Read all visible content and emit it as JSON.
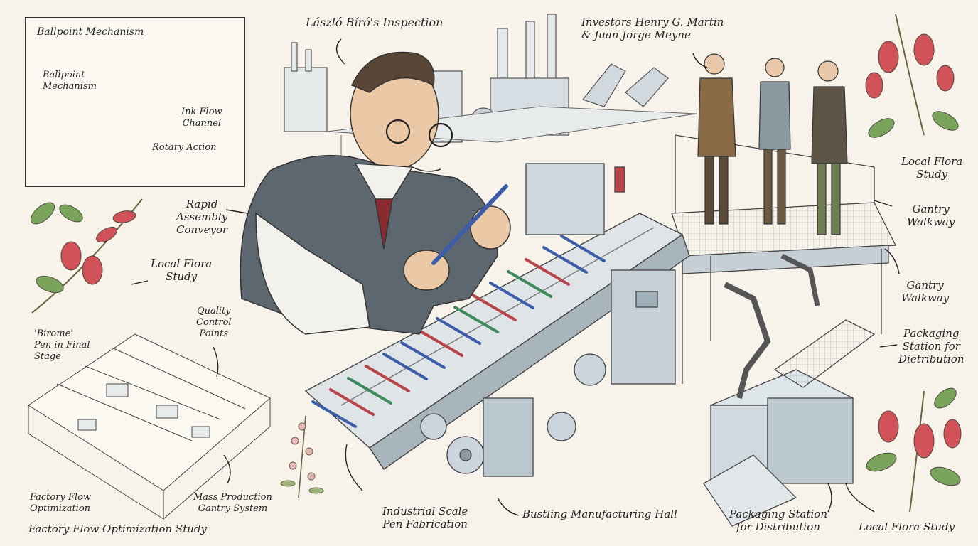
{
  "illustration": {
    "title": "László Bíró's Inspection",
    "inset": {
      "title": "Ballpoint Mechanism",
      "labels": {
        "mechanism": "Ballpoint\nMechanism",
        "ink_flow": "Ink Flow\nChannel",
        "rotary": "Rotary Action"
      }
    },
    "labels": {
      "investors": "Investors Henry G. Martin\n& Juan Jorge Meyne",
      "local_flora_tr": "Local Flora\nStudy",
      "gantry_1": "Gantry\nWalkway",
      "gantry_2": "Gantry\nWalkway",
      "packaging_right": "Packaging\nStation for\nDietribution",
      "rapid_conveyor": "Rapid\nAssembly\nConveyor",
      "local_flora_left": "Local Flora\nStudy",
      "quality_control": "Quality\nControl\nPoints",
      "birome": "'Birome'\nPen in Final\nStage",
      "factory_flow": "Factory Flow\nOptimization",
      "mass_production": "Mass Production\nGantry System",
      "factory_study": "Factory Flow Optimization Study",
      "industrial": "Industrial Scale\nPen Fabrication",
      "bustling": "Bustling Manufacturing Hall",
      "packaging_bottom": "Packaging Station\nfor Distribution",
      "local_flora_br": "Local Flora Study"
    }
  },
  "colors": {
    "ink": "#2a2a2a",
    "paper": "#f7f3ea",
    "steel": "#c9d4dc",
    "flower": "#d2525a",
    "leaf": "#7aa35c",
    "pen_blue": "#3c5da8",
    "pen_red": "#b8454a",
    "pen_green": "#3f8a5c"
  }
}
